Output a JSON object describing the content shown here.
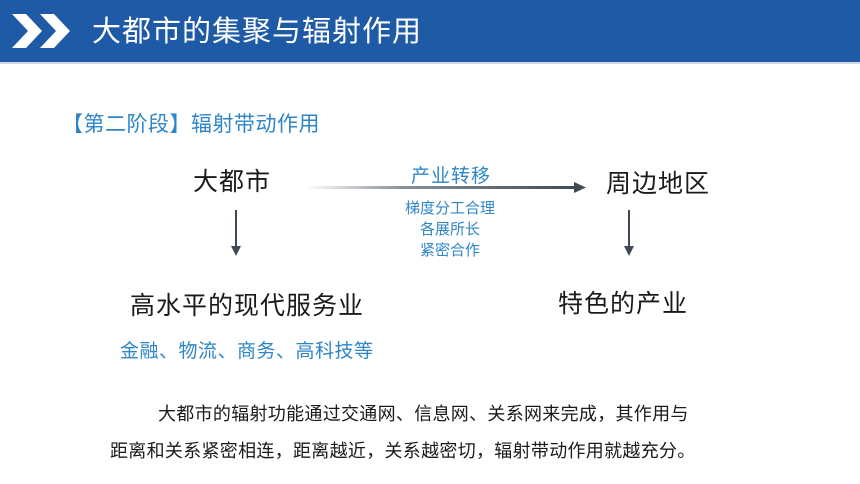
{
  "header": {
    "title": "大都市的集聚与辐射作用"
  },
  "stage": {
    "label": "【第二阶段】辐射带动作用"
  },
  "diagram": {
    "source": "大都市",
    "target": "周边地区",
    "transfer_label": "产业转移",
    "transfer_notes": [
      "梯度分工合理",
      "各展所长",
      "紧密合作"
    ],
    "source_result": "高水平的现代服务业",
    "source_result_examples": "金融、物流、商务、高科技等",
    "target_result": "特色的产业"
  },
  "paragraph": {
    "line1": "大都市的辐射功能通过交通网、信息网、关系网来完成，其作用与",
    "line2": "距离和关系紧密相连，距离越近，关系越密切，辐射带动作用就越充分。"
  },
  "colors": {
    "header": "#1f5aa6",
    "accent": "#2e86c8",
    "arrow": "#3f4a56"
  }
}
